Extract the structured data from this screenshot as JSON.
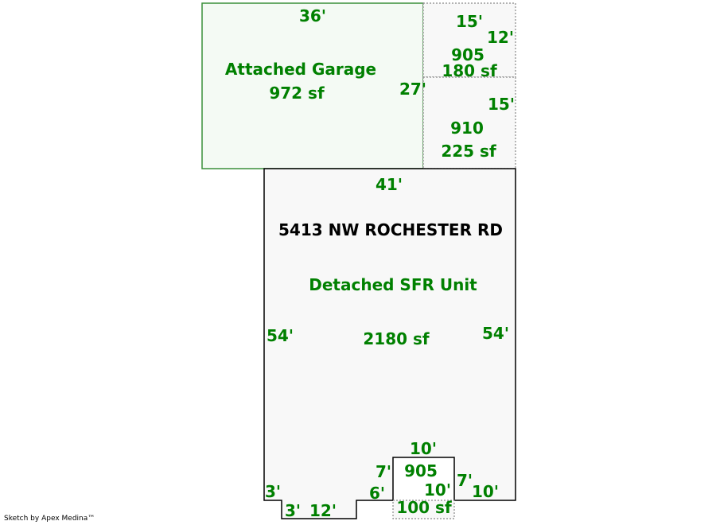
{
  "colors": {
    "text_green": "#008000",
    "garage_outline": "#3a8f3a",
    "garage_fill": "#f4faf4",
    "house_outline": "#000000",
    "house_fill": "#f8f8f8",
    "dotted": "#888888",
    "address": "#000000"
  },
  "garage": {
    "top_dim": "36'",
    "name": "Attached Garage",
    "area": "972 sf",
    "side_dim": "27'"
  },
  "area_905_top": {
    "top_dim": "15'",
    "side_dim": "12'",
    "code": "905",
    "area": "180 sf"
  },
  "area_910": {
    "side_dim": "15'",
    "code": "910",
    "area": "225 sf"
  },
  "house": {
    "top_dim": "41'",
    "address": "5413 NW ROCHESTER RD",
    "name": "Detached SFR Unit",
    "area": "2180 sf",
    "left_dim": "54'",
    "right_dim": "54'",
    "left_step_dim": "3'",
    "bottom_step_dim": "3'",
    "bottom_dim": "12'",
    "notch_dim": "6'",
    "inner_step_dim": "7'",
    "right_step_dim": "7'",
    "right_bottom_dim": "10'"
  },
  "area_905_bottom": {
    "top_dim": "10'",
    "code": "905",
    "side_dim": "10'",
    "area": "100 sf"
  },
  "footer": {
    "credit": "Sketch by Apex Medina™"
  }
}
